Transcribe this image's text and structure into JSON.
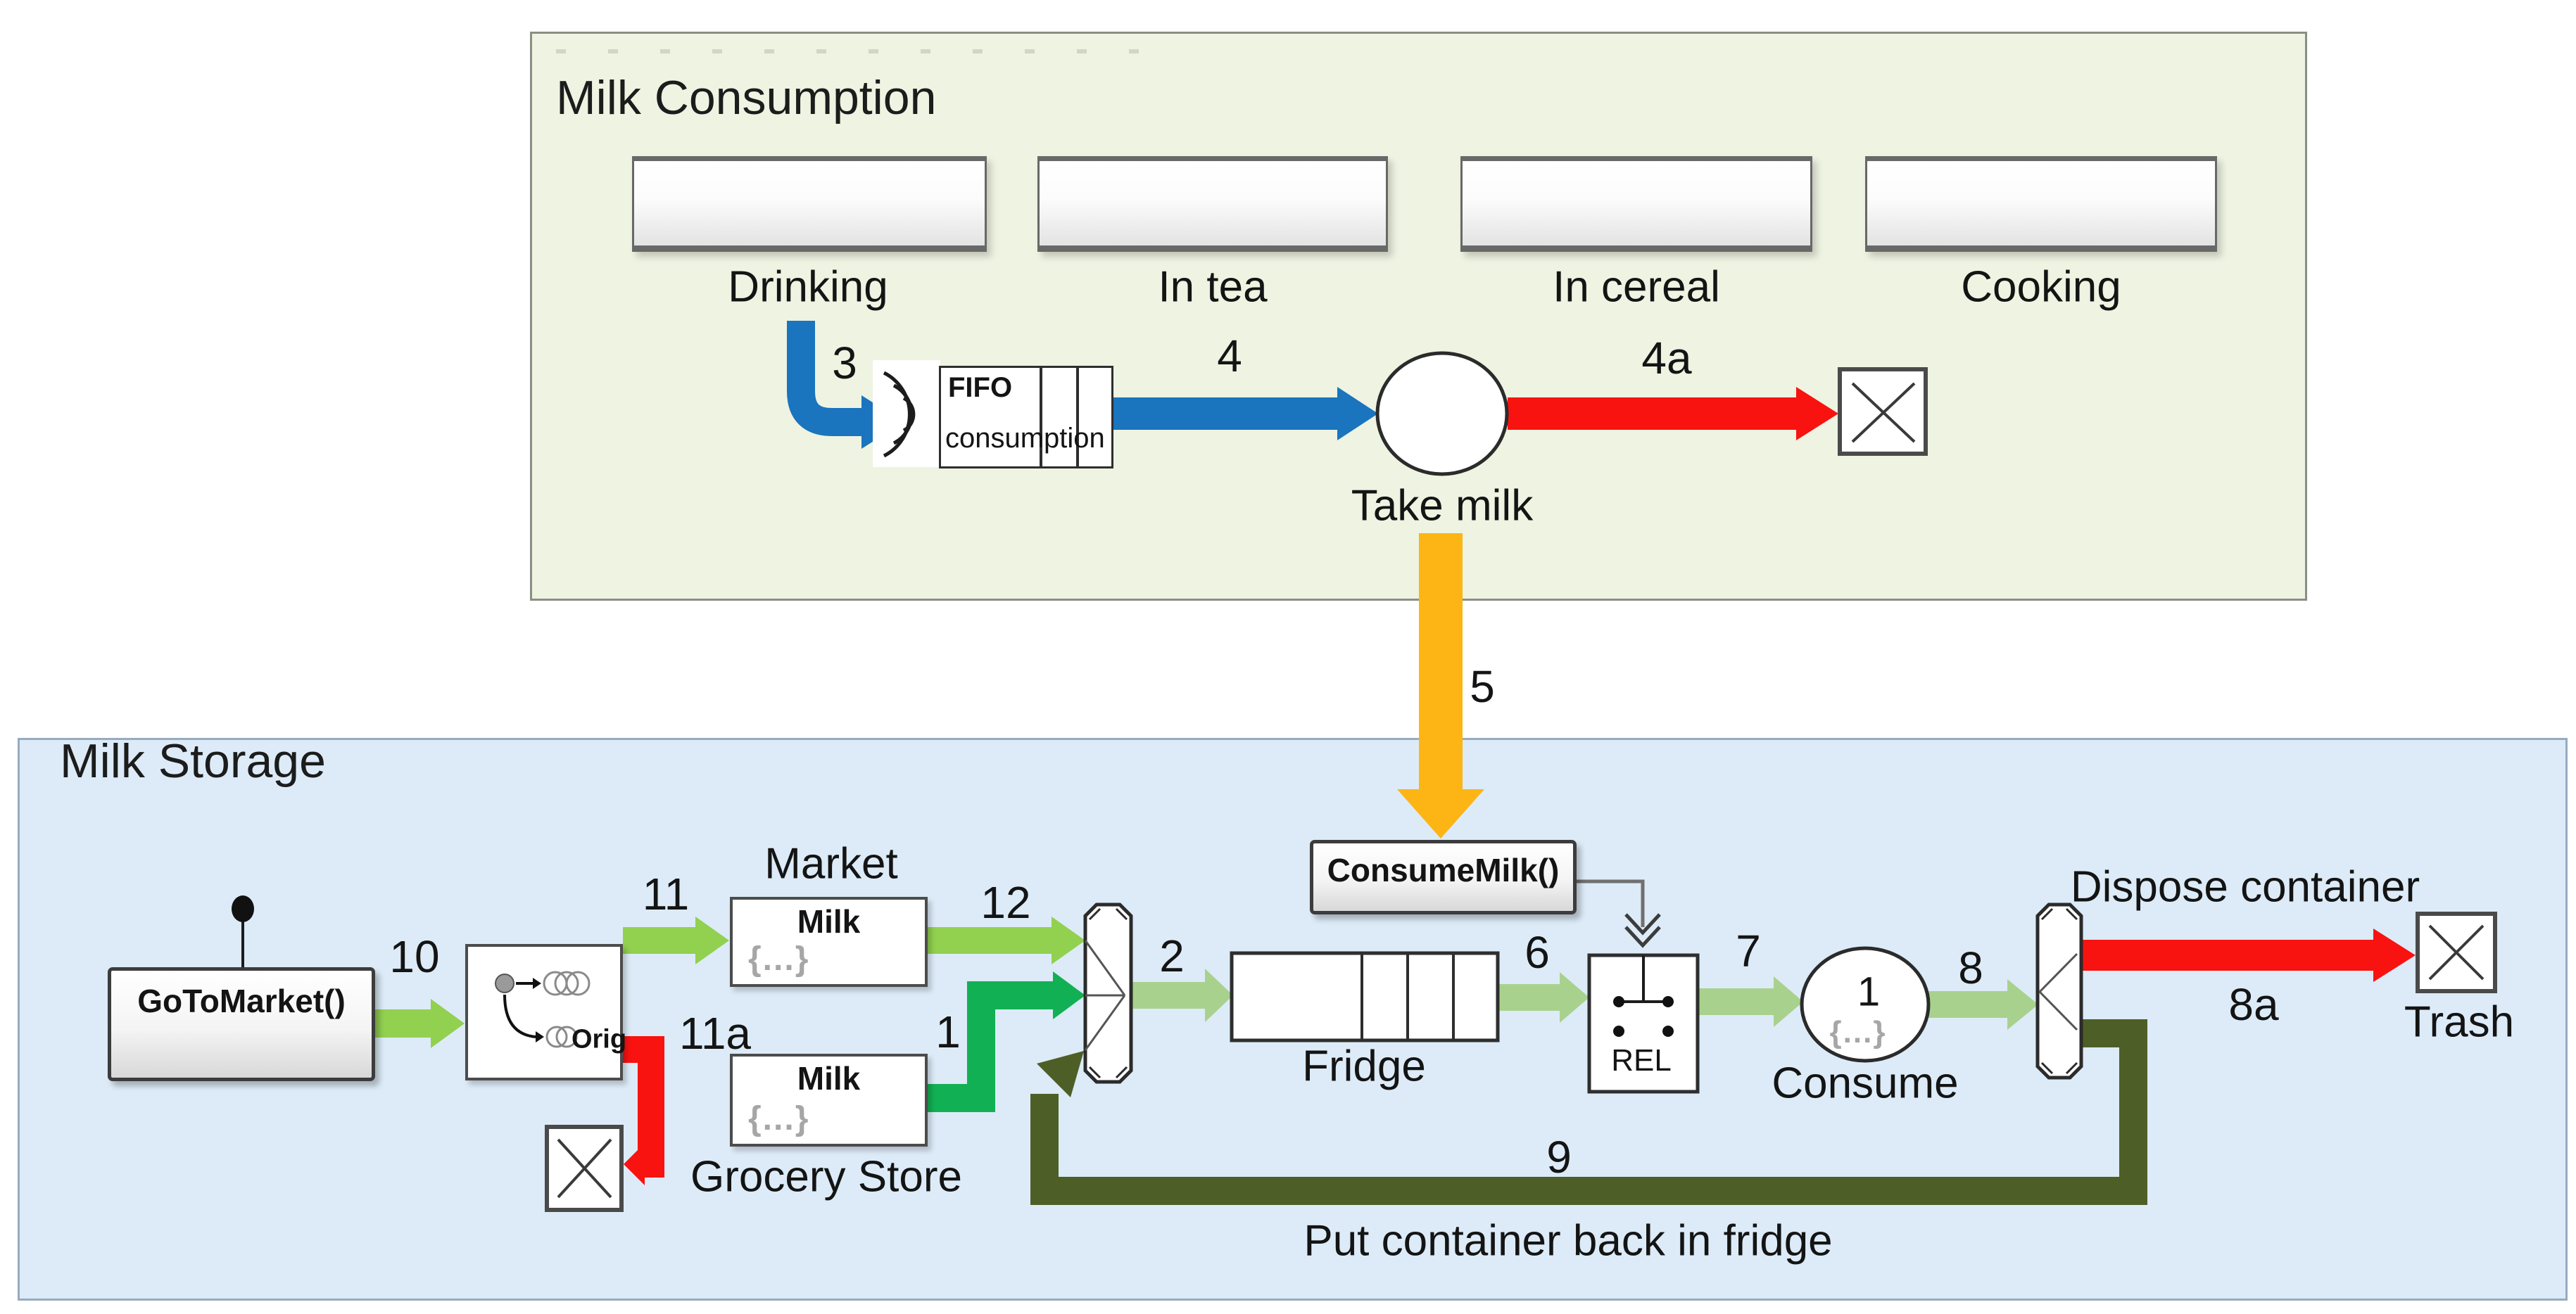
{
  "panels": {
    "consumption": {
      "title": "Milk Consumption",
      "sources": [
        "Drinking",
        "In tea",
        "In cereal",
        "Cooking"
      ],
      "fifo_block": {
        "line1": "FIFO",
        "line2": "consumption"
      },
      "take_milk_label": "Take milk",
      "flows": {
        "f3": "3",
        "f4": "4",
        "f4a": "4a"
      }
    },
    "storage": {
      "title": "Milk Storage",
      "goto_market_label": "GoToMarket()",
      "replicator_orig_label": "Orig",
      "market": {
        "title": "Market",
        "entity": "Milk",
        "props": "{...}"
      },
      "grocery": {
        "title": "Grocery Store",
        "entity": "Milk",
        "props": "{...}"
      },
      "fridge_label": "Fridge",
      "consume_milk_label": "ConsumeMilk()",
      "rel_label": "REL",
      "consume": {
        "label": "Consume",
        "count": "1",
        "props": "{...}"
      },
      "dispose_label": "Dispose container",
      "trash_label": "Trash",
      "putback_label": "Put container back in fridge",
      "flows": {
        "f10": "10",
        "f11": "11",
        "f11a": "11a",
        "f12": "12",
        "f1": "1",
        "f2": "2",
        "f6": "6",
        "f7": "7",
        "f8": "8",
        "f8a": "8a",
        "f9": "9"
      }
    },
    "inter_panel_flow": "5"
  },
  "colors": {
    "panel_consumption_bg": "#eef3e2",
    "panel_storage_bg": "#dcebf7",
    "arrow_blue": "#1a74be",
    "arrow_red": "#f81210",
    "arrow_orange": "#fcb514",
    "arrow_light_green": "#92d050",
    "arrow_medium_green": "#12b054",
    "arrow_pale_green": "#a9d18e",
    "arrow_dark_olive": "#4e5e27"
  }
}
